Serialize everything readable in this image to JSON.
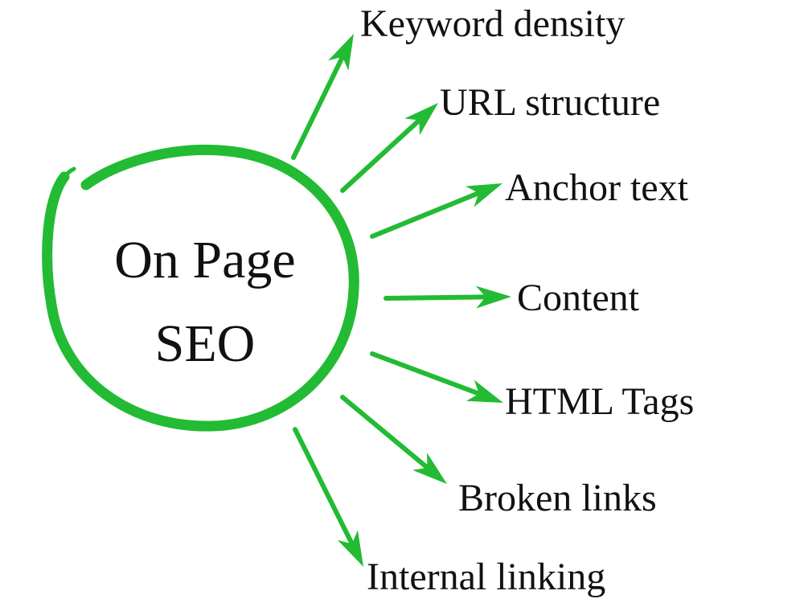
{
  "accent_color": "#22bb33",
  "text_color": "#111111",
  "center": {
    "line1": "On Page",
    "line2": "SEO"
  },
  "branches": [
    "Keyword density",
    "URL structure",
    "Anchor text",
    "Content",
    "HTML Tags",
    "Broken links",
    "Internal linking"
  ]
}
